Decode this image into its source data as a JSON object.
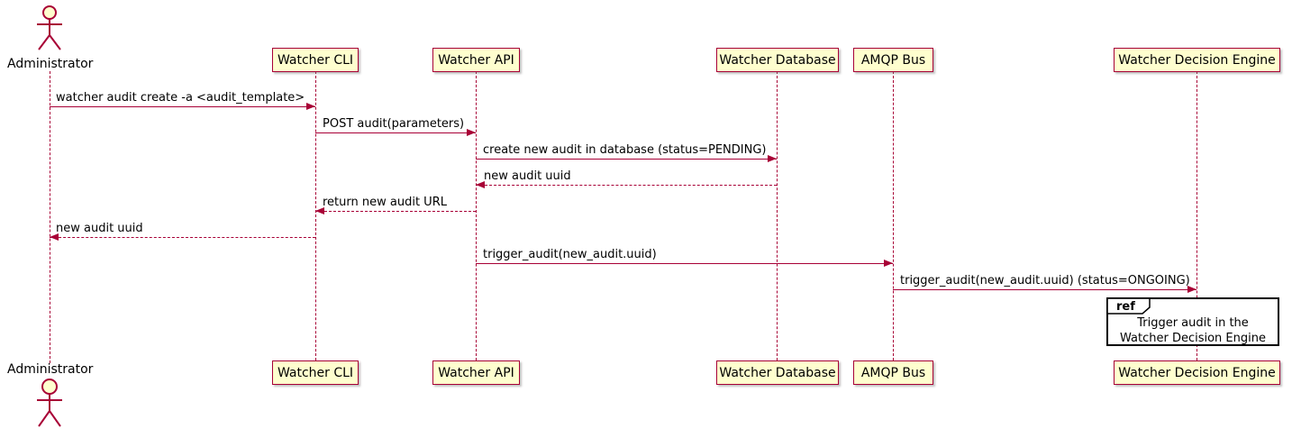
{
  "diagram": {
    "type": "sequence",
    "colors": {
      "accent": "#A80036",
      "participant_fill": "#FEFECE",
      "text": "#000000",
      "ref_border": "#000000"
    },
    "participants": [
      {
        "label": "Administrator",
        "kind": "actor"
      },
      {
        "label": "Watcher CLI",
        "kind": "participant"
      },
      {
        "label": "Watcher API",
        "kind": "participant"
      },
      {
        "label": "Watcher Database",
        "kind": "participant"
      },
      {
        "label": "AMQP Bus",
        "kind": "participant"
      },
      {
        "label": "Watcher Decision Engine",
        "kind": "participant"
      }
    ],
    "messages": [
      {
        "from": "Administrator",
        "to": "Watcher CLI",
        "style": "solid",
        "label": "watcher audit create -a <audit_template>"
      },
      {
        "from": "Watcher CLI",
        "to": "Watcher API",
        "style": "solid",
        "label": "POST audit(parameters)"
      },
      {
        "from": "Watcher API",
        "to": "Watcher Database",
        "style": "solid",
        "label": "create new audit in database (status=PENDING)"
      },
      {
        "from": "Watcher Database",
        "to": "Watcher API",
        "style": "dashed",
        "label": "new audit uuid"
      },
      {
        "from": "Watcher API",
        "to": "Watcher CLI",
        "style": "dashed",
        "label": "return new audit URL"
      },
      {
        "from": "Watcher CLI",
        "to": "Administrator",
        "style": "dashed",
        "label": "new audit uuid"
      },
      {
        "from": "Watcher API",
        "to": "AMQP Bus",
        "style": "solid",
        "label": "trigger_audit(new_audit.uuid)"
      },
      {
        "from": "AMQP Bus",
        "to": "Watcher Decision Engine",
        "style": "solid",
        "label": "trigger_audit(new_audit.uuid) (status=ONGOING)"
      }
    ],
    "ref": {
      "keyword": "ref",
      "line1": "Trigger audit in the",
      "line2": "Watcher Decision Engine"
    }
  }
}
